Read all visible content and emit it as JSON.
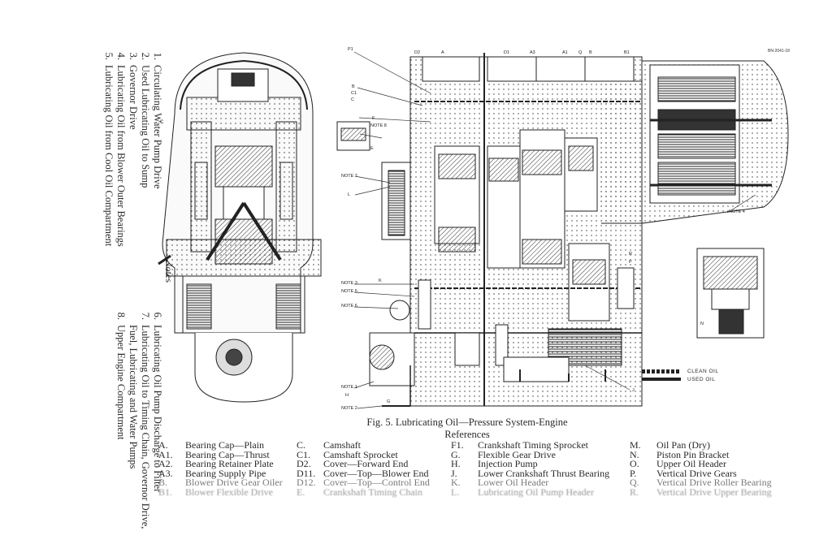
{
  "notes": {
    "title": "Notes",
    "col1": [
      {
        "num": "1.",
        "text": "Circulating Water Pump Drive"
      },
      {
        "num": "2.",
        "text": "Used Lubricating Oil to Sump"
      },
      {
        "num": "3.",
        "text": "Governor Drive"
      },
      {
        "num": "4.",
        "text": "Lubricating Oil from Blower Outer Bearings"
      },
      {
        "num": "5.",
        "text": "Lubricating Oil from Cool Oil Compartment"
      }
    ],
    "col2": [
      {
        "num": "6.",
        "text": "Lubricating Oil Pump Discharge to Filter"
      },
      {
        "num": "7.",
        "text": "Lubricating Oil to Timing Chain, Governor Drive, Fuel, Lubricating and Water Pumps"
      },
      {
        "num": "8.",
        "text": "Upper Engine Compartment"
      }
    ]
  },
  "caption": {
    "title": "Fig. 5.  Lubricating Oil—Pressure System-Engine",
    "subtitle": "References"
  },
  "legend": {
    "clean": "CLEAN OIL",
    "used": "USED OIL"
  },
  "corner_tag": "BN-2041-18",
  "diagram_labels": {
    "P1": "P1",
    "D2": "D2",
    "A": "A",
    "D1": "D1",
    "A3": "A3",
    "A1": "A1",
    "Q": "Q",
    "B": "B",
    "B1": "B1",
    "B_left": "B",
    "C1": "C1",
    "F": "F",
    "C_left": "C",
    "NOTE8": "NOTE 8",
    "E": "E",
    "NOTE7": "NOTE 7",
    "L": "L",
    "NOTE3": "NOTE 3",
    "NOTE5": "NOTE 5",
    "NOTE6": "NOTE 6",
    "K": "K",
    "NOTE1": "NOTE 1",
    "H": "H",
    "G": "G",
    "NOTE2": "NOTE 2",
    "R": "R",
    "P": "P",
    "J": "J",
    "NOTE4": "NOTE 4",
    "N": "N",
    "C_left_view": "C"
  },
  "references": {
    "col1": [
      {
        "key": "A.",
        "text": "Bearing Cap—Plain"
      },
      {
        "key": "A1.",
        "text": "Bearing Cap—Thrust"
      },
      {
        "key": "A2.",
        "text": "Bearing Retainer Plate"
      },
      {
        "key": "A3.",
        "text": "Bearing Supply Pipe"
      },
      {
        "key": "B.",
        "text": "Blower Drive Gear Oiler"
      },
      {
        "key": "B1.",
        "text": "Blower Flexible Drive"
      }
    ],
    "col2": [
      {
        "key": "C.",
        "text": "Camshaft"
      },
      {
        "key": "C1.",
        "text": "Camshaft Sprocket"
      },
      {
        "key": "D2.",
        "text": "Cover—Forward End"
      },
      {
        "key": "D11.",
        "text": "Cover—Top—Blower End"
      },
      {
        "key": "D12.",
        "text": "Cover—Top—Control End"
      },
      {
        "key": "E.",
        "text": "Crankshaft Timing Chain"
      }
    ],
    "col3": [
      {
        "key": "F1.",
        "text": "Crankshaft Timing Sprocket"
      },
      {
        "key": "G.",
        "text": "Flexible Gear Drive"
      },
      {
        "key": "H.",
        "text": "Injection Pump"
      },
      {
        "key": "J.",
        "text": "Lower Crankshaft Thrust Bearing"
      },
      {
        "key": "K.",
        "text": "Lower Oil Header"
      },
      {
        "key": "L.",
        "text": "Lubricating Oil Pump Header"
      }
    ],
    "col4": [
      {
        "key": "M.",
        "text": "Oil Pan (Dry)"
      },
      {
        "key": "N.",
        "text": "Piston Pin Bracket"
      },
      {
        "key": "O.",
        "text": "Upper Oil Header"
      },
      {
        "key": "P.",
        "text": "Vertical Drive Gears"
      },
      {
        "key": "Q.",
        "text": "Vertical Drive Roller Bearing"
      },
      {
        "key": "R.",
        "text": "Vertical Drive Upper Bearing"
      }
    ]
  }
}
